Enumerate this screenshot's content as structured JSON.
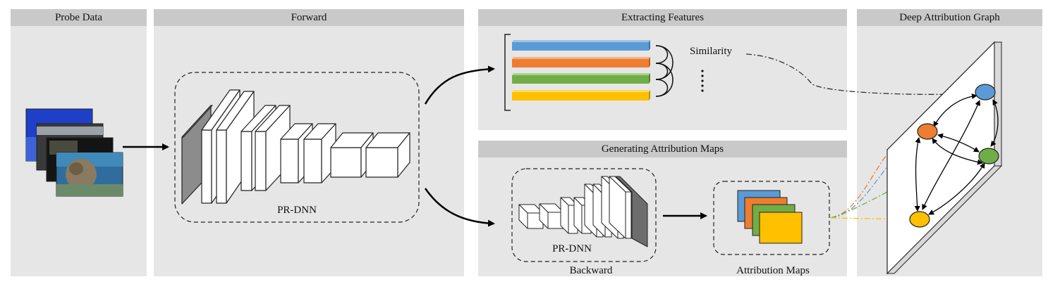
{
  "panels": {
    "probe": {
      "title": "Probe Data"
    },
    "forward": {
      "title": "Forward",
      "network_label": "PR-DNN"
    },
    "extract": {
      "title": "Extracting Features",
      "similarity_label": "Similarity"
    },
    "generate": {
      "title": "Generating Attribution Maps",
      "network_label": "PR-DNN",
      "backward_label": "Backward",
      "maps_label": "Attribution Maps"
    },
    "graph": {
      "title": "Deep Attribution Graph"
    }
  },
  "colors": {
    "panel_bg": "#e6e6e6",
    "header_bg": "#c9c9c9",
    "blue": "#5b9bd5",
    "orange": "#ed7d31",
    "green": "#70ad47",
    "yellow": "#ffc000"
  },
  "feature_bars": [
    "blue",
    "orange",
    "green",
    "yellow"
  ],
  "graph_nodes": [
    "blue",
    "orange",
    "green",
    "yellow"
  ],
  "icons": [
    "probe-image-stack-icon",
    "pr-dnn-forward-icon",
    "pr-dnn-backward-icon",
    "attribution-maps-stack-icon",
    "graph-plane-icon"
  ]
}
